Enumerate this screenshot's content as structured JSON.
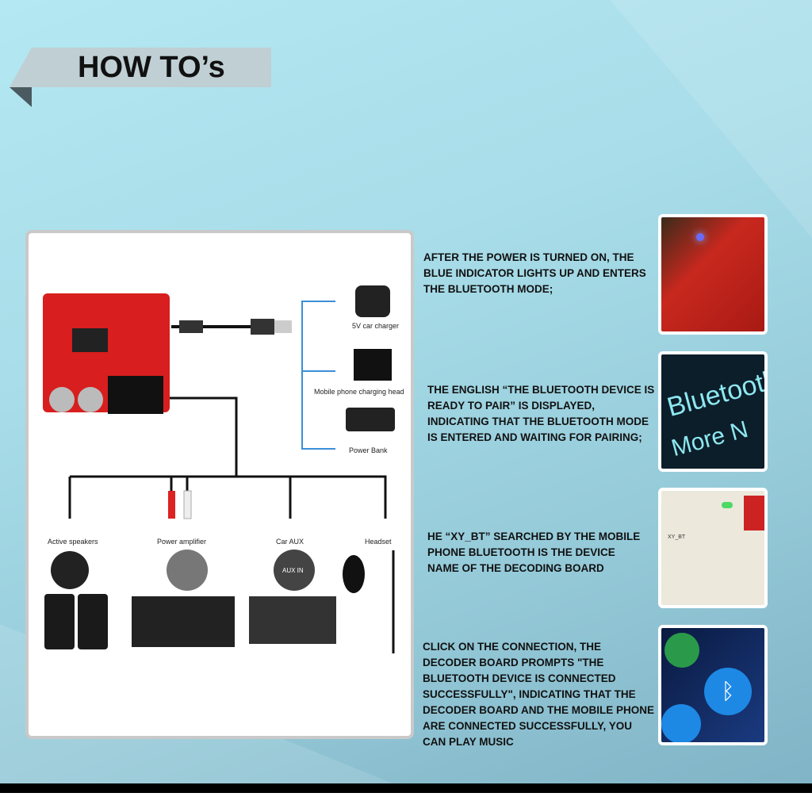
{
  "header": {
    "title": "HOW TO’s"
  },
  "diagram": {
    "power_sources": [
      "5V car charger",
      "Mobile phone charging head",
      "Power Bank"
    ],
    "outputs": [
      "Active speakers",
      "Power amplifier",
      "Car AUX",
      "Headset"
    ],
    "aux_label": "AUX IN"
  },
  "steps": [
    {
      "text": "AFTER THE POWER IS TURNED ON, THE BLUE INDICATOR LIGHTS UP AND ENTERS THE BLUETOOTH MODE;"
    },
    {
      "text": "THE ENGLISH “THE BLUETOOTH DEVICE IS READY TO PAIR” IS DISPLAYED, INDICATING THAT THE BLUETOOTH MODE IS ENTERED AND WAITING FOR PAIRING;"
    },
    {
      "text": "HE “XY_BT” SEARCHED BY THE MOBILE PHONE BLUETOOTH IS THE DEVICE NAME OF THE DECODING BOARD"
    },
    {
      "text": "CLICK ON THE CONNECTION, THE DECODER BOARD PROMPTS \"THE BLUETOOTH DEVICE IS CONNECTED SUCCESSFULLY\", INDICATING THAT THE DECODER BOARD AND THE MOBILE PHONE ARE CONNECTED SUCCESSFULLY, YOU CAN PLAY MUSIC"
    }
  ],
  "thumbs": {
    "bt_word": "Bluetooth",
    "more": "More N",
    "device": "XY_BT"
  }
}
